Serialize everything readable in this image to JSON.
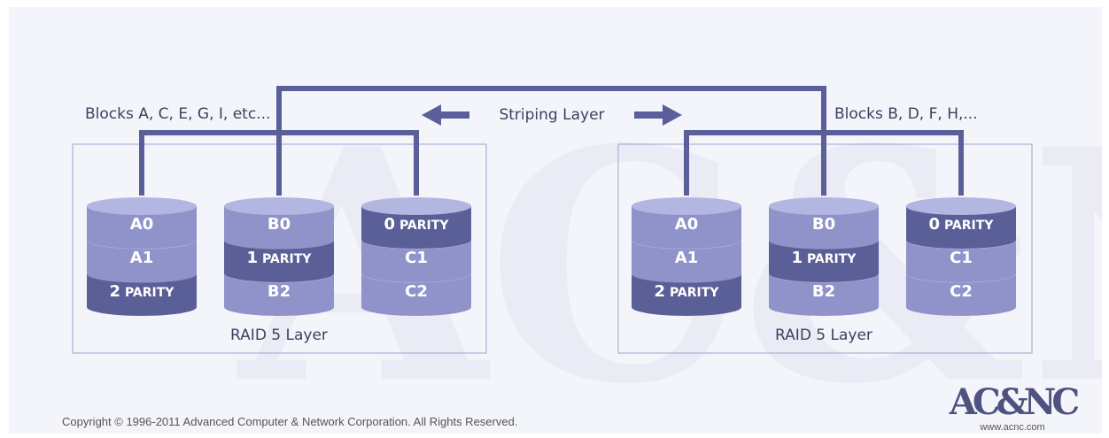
{
  "labels": {
    "left_blocks": "Blocks A, C, E, G, I, etc...",
    "right_blocks": "Blocks B, D, F, H,...",
    "striping": "Striping Layer",
    "raid_layer_left": "RAID 5 Layer",
    "raid_layer_right": "RAID 5 Layer",
    "copyright": "Copyright © 1996-2011 Advanced Computer & Network Corporation. All Rights Reserved.",
    "logo_text": "AC&NC",
    "logo_url": "www.acnc.com"
  },
  "groups": [
    {
      "disks": [
        {
          "segments": [
            {
              "num": "A0",
              "word": ""
            },
            {
              "num": "A1",
              "word": ""
            },
            {
              "num": "2",
              "word": " PARITY"
            }
          ]
        },
        {
          "segments": [
            {
              "num": "B0",
              "word": ""
            },
            {
              "num": "1",
              "word": " PARITY"
            },
            {
              "num": "B2",
              "word": ""
            }
          ]
        },
        {
          "segments": [
            {
              "num": "0",
              "word": " PARITY"
            },
            {
              "num": "C1",
              "word": ""
            },
            {
              "num": "C2",
              "word": ""
            }
          ]
        }
      ]
    },
    {
      "disks": [
        {
          "segments": [
            {
              "num": "A0",
              "word": ""
            },
            {
              "num": "A1",
              "word": ""
            },
            {
              "num": "2",
              "word": " PARITY"
            }
          ]
        },
        {
          "segments": [
            {
              "num": "B0",
              "word": ""
            },
            {
              "num": "1",
              "word": " PARITY"
            },
            {
              "num": "B2",
              "word": ""
            }
          ]
        },
        {
          "segments": [
            {
              "num": "0",
              "word": " PARITY"
            },
            {
              "num": "C1",
              "word": ""
            },
            {
              "num": "C2",
              "word": ""
            }
          ]
        }
      ]
    }
  ],
  "colors": {
    "background": "#f4f5fb",
    "connector": "#5a5f9a",
    "box_border": "#9ea3cc",
    "segment_light": "#8f93c9",
    "segment_dark": "#5b5f98",
    "segment_top": "#b3b6e0",
    "text": "#3f3f5f"
  }
}
